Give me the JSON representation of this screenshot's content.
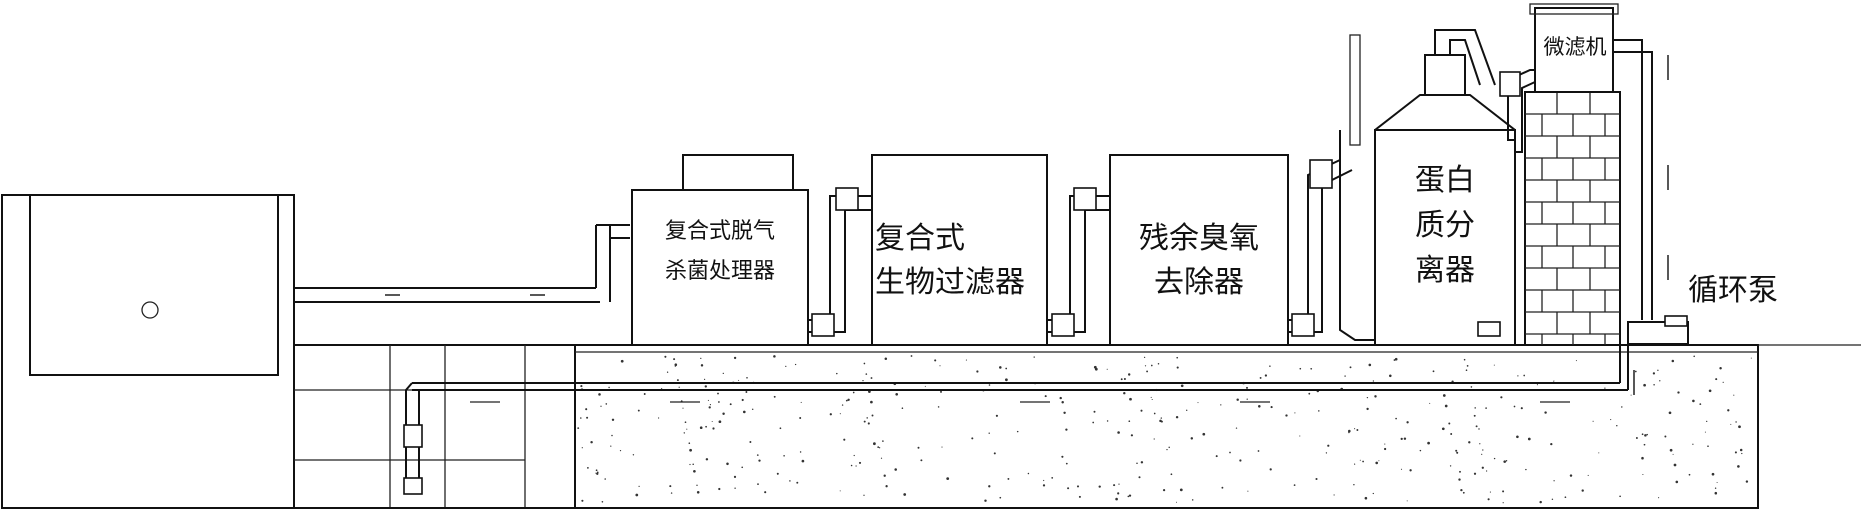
{
  "labels": {
    "degas_line1": "复合式脱气",
    "degas_line2": "杀菌处理器",
    "bio_line1": "复合式",
    "bio_line2": "生物过滤器",
    "ozone_line1": "残余臭氧",
    "ozone_line2": "去除器",
    "protein_line1": "蛋白",
    "protein_line2": "质分",
    "protein_line3": "离器",
    "microfilter": "微滤机",
    "pump": "循环泵"
  }
}
